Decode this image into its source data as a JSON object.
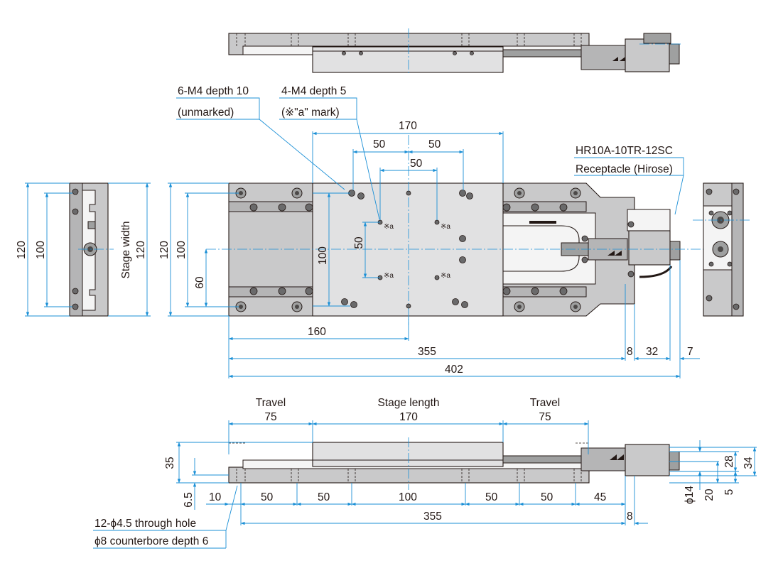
{
  "colors": {
    "line": "#231815",
    "dimension": "#1a8fd6",
    "body": "#c9c9ca",
    "stage": "#e1e1e2"
  },
  "callouts": {
    "tap6": "6-M4 depth 10",
    "tap6_note": "(unmarked)",
    "tap4": "4-M4 depth 5",
    "tap4_note": "(※\"a\" mark)",
    "connector": "HR10A-10TR-12SC",
    "connector_note": "Receptacle (Hirose)",
    "through_hole": "12-ϕ4.5 through hole",
    "counterbore": "ϕ8 counterbore depth 6",
    "stage_width": "Stage width",
    "mark_a": "※a"
  },
  "dimensions": {
    "top_170": "170",
    "top_50_left": "50",
    "top_50_right": "50",
    "top_50_center": "50",
    "v_100_plan": "100",
    "v_50_plan": "50",
    "h_160": "160",
    "h_355": "355",
    "h_8": "8",
    "h_32": "32",
    "h_7": "7",
    "h_402": "402",
    "left_120_a": "120",
    "left_100_a": "100",
    "stage_w_120": "120",
    "left_120_b": "120",
    "left_100_b": "100",
    "left_60": "60",
    "travel_label_l": "Travel",
    "travel_val_l": "75",
    "stage_len_label": "Stage length",
    "stage_len_val": "170",
    "travel_label_r": "Travel",
    "travel_val_r": "75",
    "s_35": "35",
    "s_6_5": "6.5",
    "s_10": "10",
    "s_50_a": "50",
    "s_50_b": "50",
    "s_100": "100",
    "s_50_c": "50",
    "s_50_d": "50",
    "s_45": "45",
    "s_355": "355",
    "s_8": "8",
    "s_phi14": "ϕ14",
    "s_20": "20",
    "s_5": "5",
    "s_28": "28",
    "s_34": "34"
  }
}
